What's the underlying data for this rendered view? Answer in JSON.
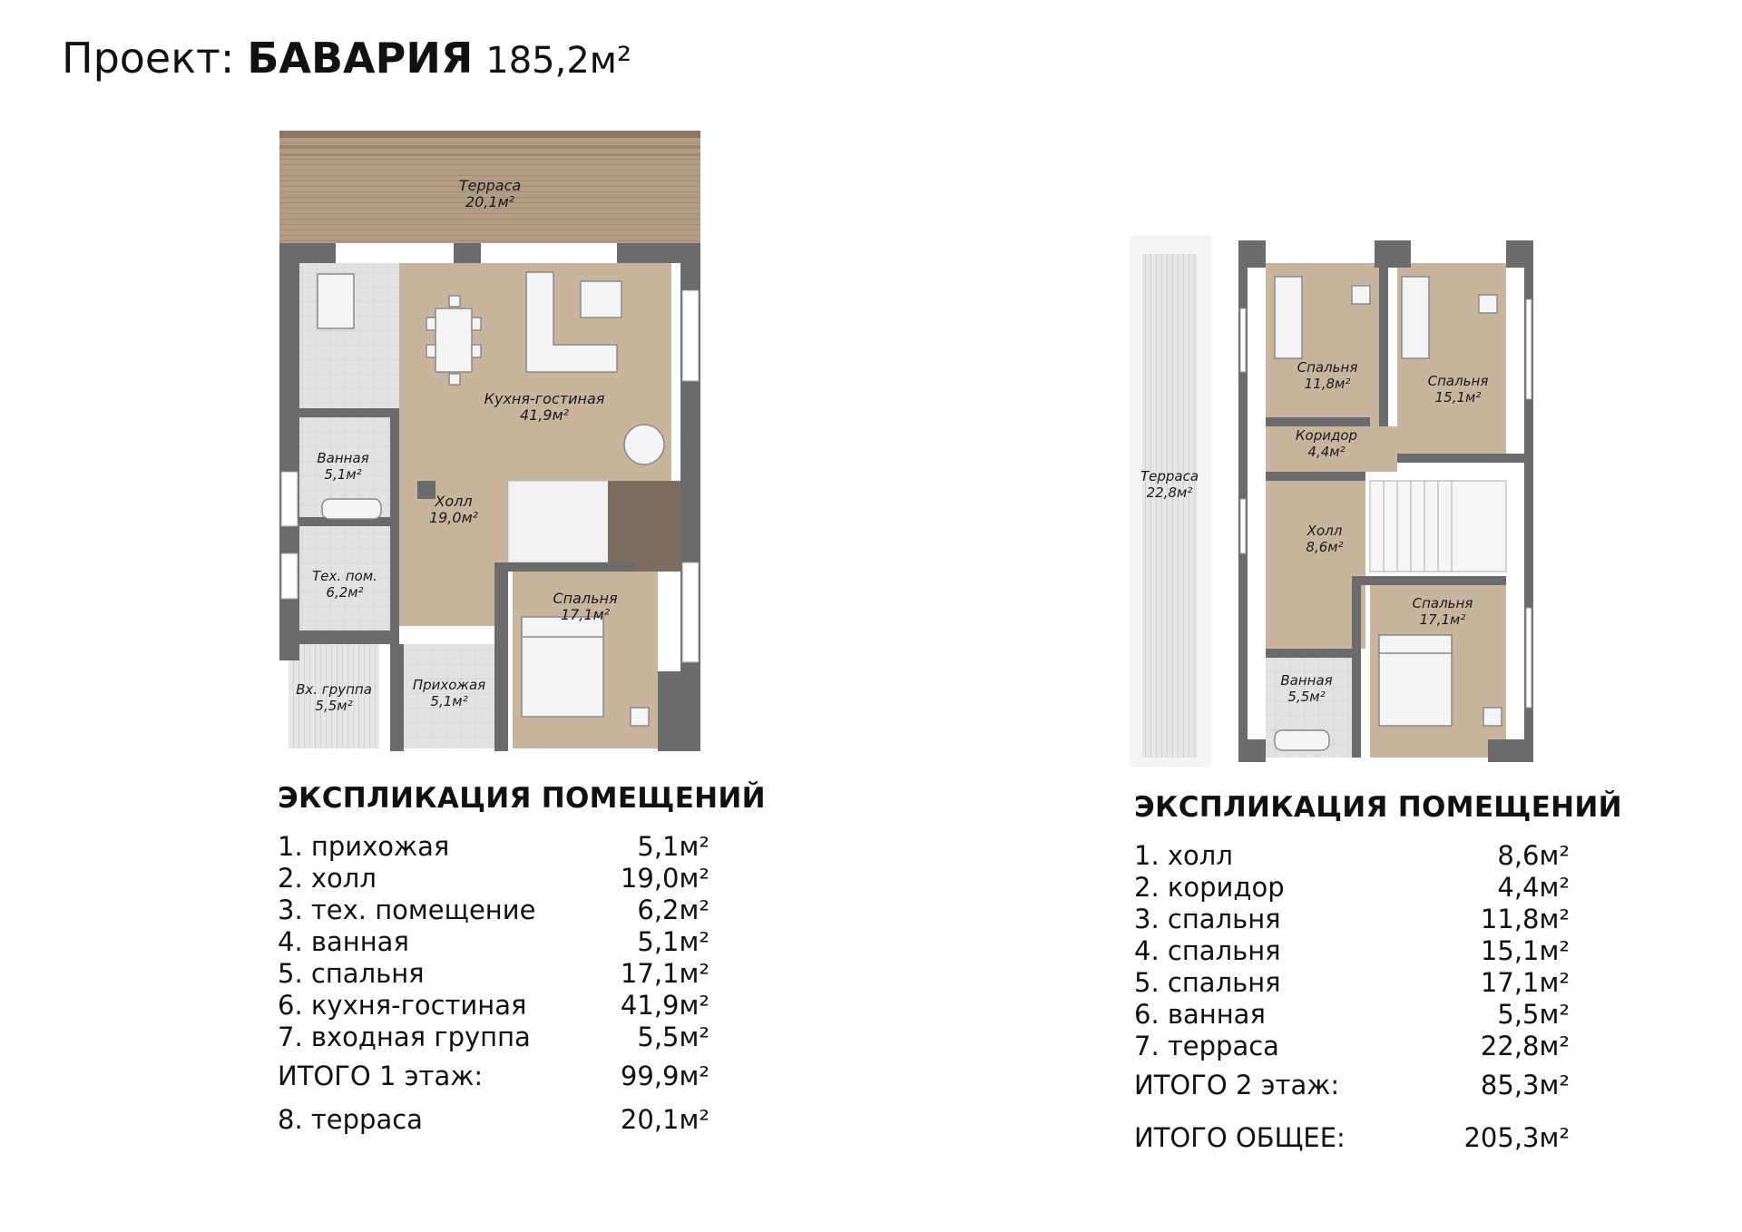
{
  "header": {
    "prefix": "Проект:",
    "name": "БАВАРИЯ",
    "area": "185,2м²"
  },
  "floor1": {
    "rooms": [
      {
        "name": "Терраса",
        "area": "20,1м²"
      },
      {
        "name": "Кухня-гостиная",
        "area": "41,9м²"
      },
      {
        "name": "Ванная",
        "area": "5,1м²"
      },
      {
        "name": "Холл",
        "area": "19,0м²"
      },
      {
        "name": "Тех. пом.",
        "area": "6,2м²"
      },
      {
        "name": "Спальня",
        "area": "17,1м²"
      },
      {
        "name": "Вх. группа",
        "area": "5,5м²"
      },
      {
        "name": "Прихожая",
        "area": "5,1м²"
      }
    ],
    "expl": {
      "heading": "ЭКСПЛИКАЦИЯ ПОМЕЩЕНИЙ",
      "items": [
        {
          "label": "1. прихожая",
          "value": "5,1м²"
        },
        {
          "label": "2. холл",
          "value": "19,0м²"
        },
        {
          "label": "3. тех. помещение",
          "value": "6,2м²"
        },
        {
          "label": "4. ванная",
          "value": "5,1м²"
        },
        {
          "label": "5. спальня",
          "value": "17,1м²"
        },
        {
          "label": "6. кухня-гостиная",
          "value": "41,9м²"
        },
        {
          "label": "7. входная группа",
          "value": "5,5м²"
        }
      ],
      "total_label": "ИТОГО 1 этаж:",
      "total_value": "99,9м²",
      "extra_label": "8. терраса",
      "extra_value": "20,1м²"
    }
  },
  "floor2": {
    "rooms": [
      {
        "name": "Спальня",
        "area": "11,8м²"
      },
      {
        "name": "Спальня",
        "area": "15,1м²"
      },
      {
        "name": "Коридор",
        "area": "4,4м²"
      },
      {
        "name": "Терраса",
        "area": "22,8м²"
      },
      {
        "name": "Холл",
        "area": "8,6м²"
      },
      {
        "name": "Спальня",
        "area": "17,1м²"
      },
      {
        "name": "Ванная",
        "area": "5,5м²"
      }
    ],
    "expl": {
      "heading": "ЭКСПЛИКАЦИЯ ПОМЕЩЕНИЙ",
      "items": [
        {
          "label": "1. холл",
          "value": "8,6м²"
        },
        {
          "label": "2. коридор",
          "value": "4,4м²"
        },
        {
          "label": "3. спальня",
          "value": "11,8м²"
        },
        {
          "label": "4. спальня",
          "value": "15,1м²"
        },
        {
          "label": "5. спальня",
          "value": "17,1м²"
        },
        {
          "label": "6. ванная",
          "value": "5,5м²"
        },
        {
          "label": "7. терраса",
          "value": "22,8м²"
        }
      ],
      "total_label": "ИТОГО 2 этаж:",
      "total_value": "85,3м²",
      "grand_label": "ИТОГО ОБЩЕЕ:",
      "grand_value": "205,3м²"
    }
  },
  "colors": {
    "wall": "#6b6b6b",
    "wood": "#c8b49c",
    "tile": "#e4e4e4",
    "deck": "#b09a84",
    "window": "#ffffff"
  }
}
